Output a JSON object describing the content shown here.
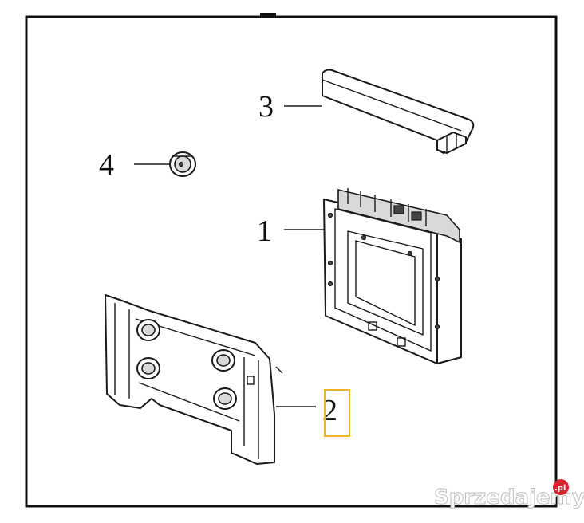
{
  "callouts": [
    {
      "id": "1",
      "label": "1"
    },
    {
      "id": "2",
      "label": "2"
    },
    {
      "id": "3",
      "label": "3"
    },
    {
      "id": "4",
      "label": "4"
    }
  ],
  "watermark": {
    "brand": "Sprzedajemy",
    "suffix": ".pl"
  },
  "colors": {
    "line": "#1a1a1a",
    "highlight": "#f0b429",
    "badge": "#d9232e"
  }
}
